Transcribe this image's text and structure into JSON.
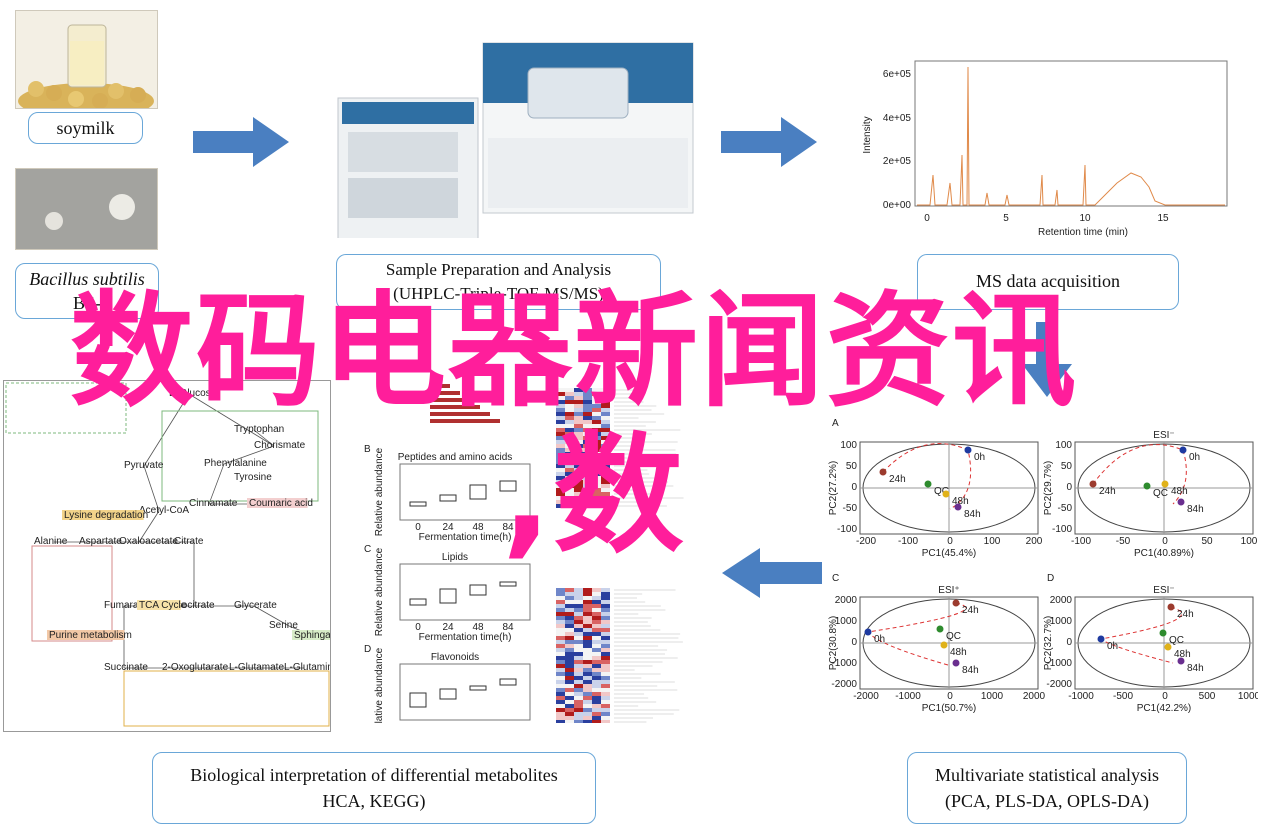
{
  "row1": {
    "sample1_label": "soymilk",
    "sample2_label_italic": "Bacillus subtilis",
    "sample2_label_rest": "BS-",
    "step1_line1": "Sample Preparation and Analysis",
    "step1_line2": "(UHPLC-Triple-TOF-MS/MS)",
    "step2_label": "MS data acquisition"
  },
  "chromatogram": {
    "ylabel": "Intensity",
    "xlabel": "Retention time (min)",
    "yticks": [
      "6e+05",
      "4e+05",
      "2e+05",
      "0e+00"
    ],
    "xticks": [
      "0",
      "5",
      "10",
      "15"
    ]
  },
  "overlay": {
    "title_line1": "数码电器新闻资讯",
    "title_line2": ",数"
  },
  "pca": {
    "panels": [
      {
        "letter": "A",
        "title": "",
        "xlabel": "PC1(45.4%)",
        "ylabel": "PC2(27.2%)",
        "xticks": [
          "-200",
          "-100",
          "0",
          "100",
          "200"
        ],
        "yticks": [
          "100",
          "50",
          "0",
          "-50",
          "-100"
        ],
        "groups": [
          "0h",
          "24h",
          "QC",
          "48h",
          "84h"
        ]
      },
      {
        "letter": "",
        "title": "ESI⁻",
        "xlabel": "PC1(40.89%)",
        "ylabel": "PC2(29.7%)",
        "xticks": [
          "-100",
          "-50",
          "0",
          "50",
          "100"
        ],
        "yticks": [
          "100",
          "50",
          "0",
          "-50",
          "-100"
        ],
        "groups": [
          "0h",
          "24h",
          "QC",
          "48h",
          "84h"
        ]
      },
      {
        "letter": "C",
        "title": "ESI⁺",
        "xlabel": "PC1(50.7%)",
        "ylabel": "PC2(30.8%)",
        "xticks": [
          "-2000",
          "-1000",
          "0",
          "1000",
          "2000"
        ],
        "yticks": [
          "2000",
          "1000",
          "0",
          "-1000",
          "-2000"
        ],
        "groups": [
          "0h",
          "24h",
          "QC",
          "48h",
          "84h"
        ]
      },
      {
        "letter": "D",
        "title": "ESI⁻",
        "xlabel": "PC1(42.2%)",
        "ylabel": "PC2(32.7%)",
        "xticks": [
          "-1000",
          "-500",
          "0",
          "500",
          "1000"
        ],
        "yticks": [
          "2000",
          "1000",
          "0",
          "-1000",
          "-2000"
        ],
        "groups": [
          "0h",
          "24h",
          "QC",
          "48h",
          "84h"
        ]
      }
    ]
  },
  "bottom": {
    "left_line1": "Biological interpretation of differential metabolites",
    "left_line2": "HCA, KEGG)",
    "right_line1": "Multivariate statistical analysis",
    "right_line2": "(PCA, PLS-DA, OPLS-DA)"
  },
  "boxplots": {
    "panels": [
      {
        "letter": "B",
        "title": "Peptides and amino acids",
        "xlabel": "Fermentation time(h)"
      },
      {
        "letter": "C",
        "title": "Lipids",
        "xlabel": "Fermentation time(h)"
      },
      {
        "letter": "D",
        "title": "Flavonoids",
        "xlabel": "Fermentation time(h)"
      }
    ],
    "xticks": [
      "0",
      "24",
      "48",
      "84"
    ],
    "ylabel": "Relative abundance"
  },
  "pathway": {
    "nodes": [
      "D-Glucose",
      "Tryptophan",
      "Phenylalanine",
      "Tyrosine",
      "Chorismate",
      "Cinnamate",
      "Coumaric acid",
      "Pyruvate",
      "Acetyl-CoA",
      "Alanine",
      "Aspartate",
      "Oxaloacetate",
      "Citrate",
      "Isocitrate",
      "Fumarate",
      "Succinate",
      "2-Oxoglutarate",
      "L-Glutamate",
      "L-Glutamine",
      "Glycerate",
      "Serine",
      "Sphinganine",
      "Lysine degradation",
      "TCA Cycle",
      "Purine metabolism"
    ]
  },
  "colors": {
    "arrow": "#4a7fc1",
    "label_border": "#6aa7d8",
    "overlay_text": "#ff1e9b",
    "chrom_line": "#e08a4a"
  }
}
